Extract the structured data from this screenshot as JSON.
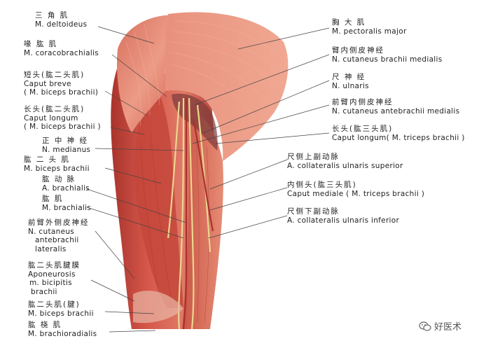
{
  "labels": {
    "deltoid": {
      "zh": "三 角 肌",
      "la": "M. deltoideus"
    },
    "coracobrach": {
      "zh": "喙 肱 肌",
      "la": "M. coracobrachialis"
    },
    "caput_breve": {
      "zh": "短头(肱二头肌)",
      "la1": "Caput breve",
      "la2": "( M. biceps brachii)"
    },
    "caput_longum": {
      "zh": "长头(肱二头肌)",
      "la1": "Caput longum",
      "la2": "( M. biceps brachii )"
    },
    "medianus": {
      "zh": "正 中 神 经",
      "la": "N. medianus"
    },
    "biceps": {
      "zh": "肱 二 头 肌",
      "la": "M. biceps brachii"
    },
    "a_brachialis": {
      "zh": "肱 动 脉",
      "la": "A. brachialis"
    },
    "m_brachialis": {
      "zh": "肱 肌",
      "la": "M. brachialis"
    },
    "cut_lat": {
      "zh": "前臂外侧皮神经",
      "la1": "N. cutaneus",
      "la2": "antebrachii",
      "la3": "lateralis"
    },
    "aponeurosis": {
      "zh": "肱二头肌腱膜",
      "la1": "Aponeurosis",
      "la2": "m. bicipitis",
      "la3": "brachii"
    },
    "biceps_tendon": {
      "zh": "肱二头肌(腱)",
      "la": "M. biceps brachii"
    },
    "brachiorad": {
      "zh": "肱 桡 肌",
      "la": "M. brachioradialis"
    },
    "pectoralis": {
      "zh": "胸 大 肌",
      "la": "M. pectoralis major"
    },
    "cut_med": {
      "zh": "臂内侧皮神经",
      "la": "N. cutaneus brachii medialis"
    },
    "ulnaris": {
      "zh": "尺 神 经",
      "la": "N. ulnaris"
    },
    "cut_ante_med": {
      "zh": "前臂内侧皮神经",
      "la": "N. cutaneus antebrachii medialis"
    },
    "triceps_long": {
      "zh": "长头(肱三头肌)",
      "la": "Caput longum( M. triceps brachii )"
    },
    "coll_sup": {
      "zh": "尺侧上副动脉",
      "la": "A. collateralis ulnaris superior"
    },
    "triceps_med": {
      "zh": "内侧头(肱三头肌)",
      "la": "Caput mediale ( M. triceps brachii )"
    },
    "coll_inf": {
      "zh": "尺侧下副动脉",
      "la": "A. collateralis ulnaris inferior"
    }
  },
  "watermark": {
    "text": "好医术",
    "icon": "wechat-icon"
  },
  "colors": {
    "muscle": "#c9473e",
    "muscle_light": "#e58b78",
    "nerve": "#e8d48a",
    "artery": "#b83a35",
    "background": "#ffffff"
  }
}
